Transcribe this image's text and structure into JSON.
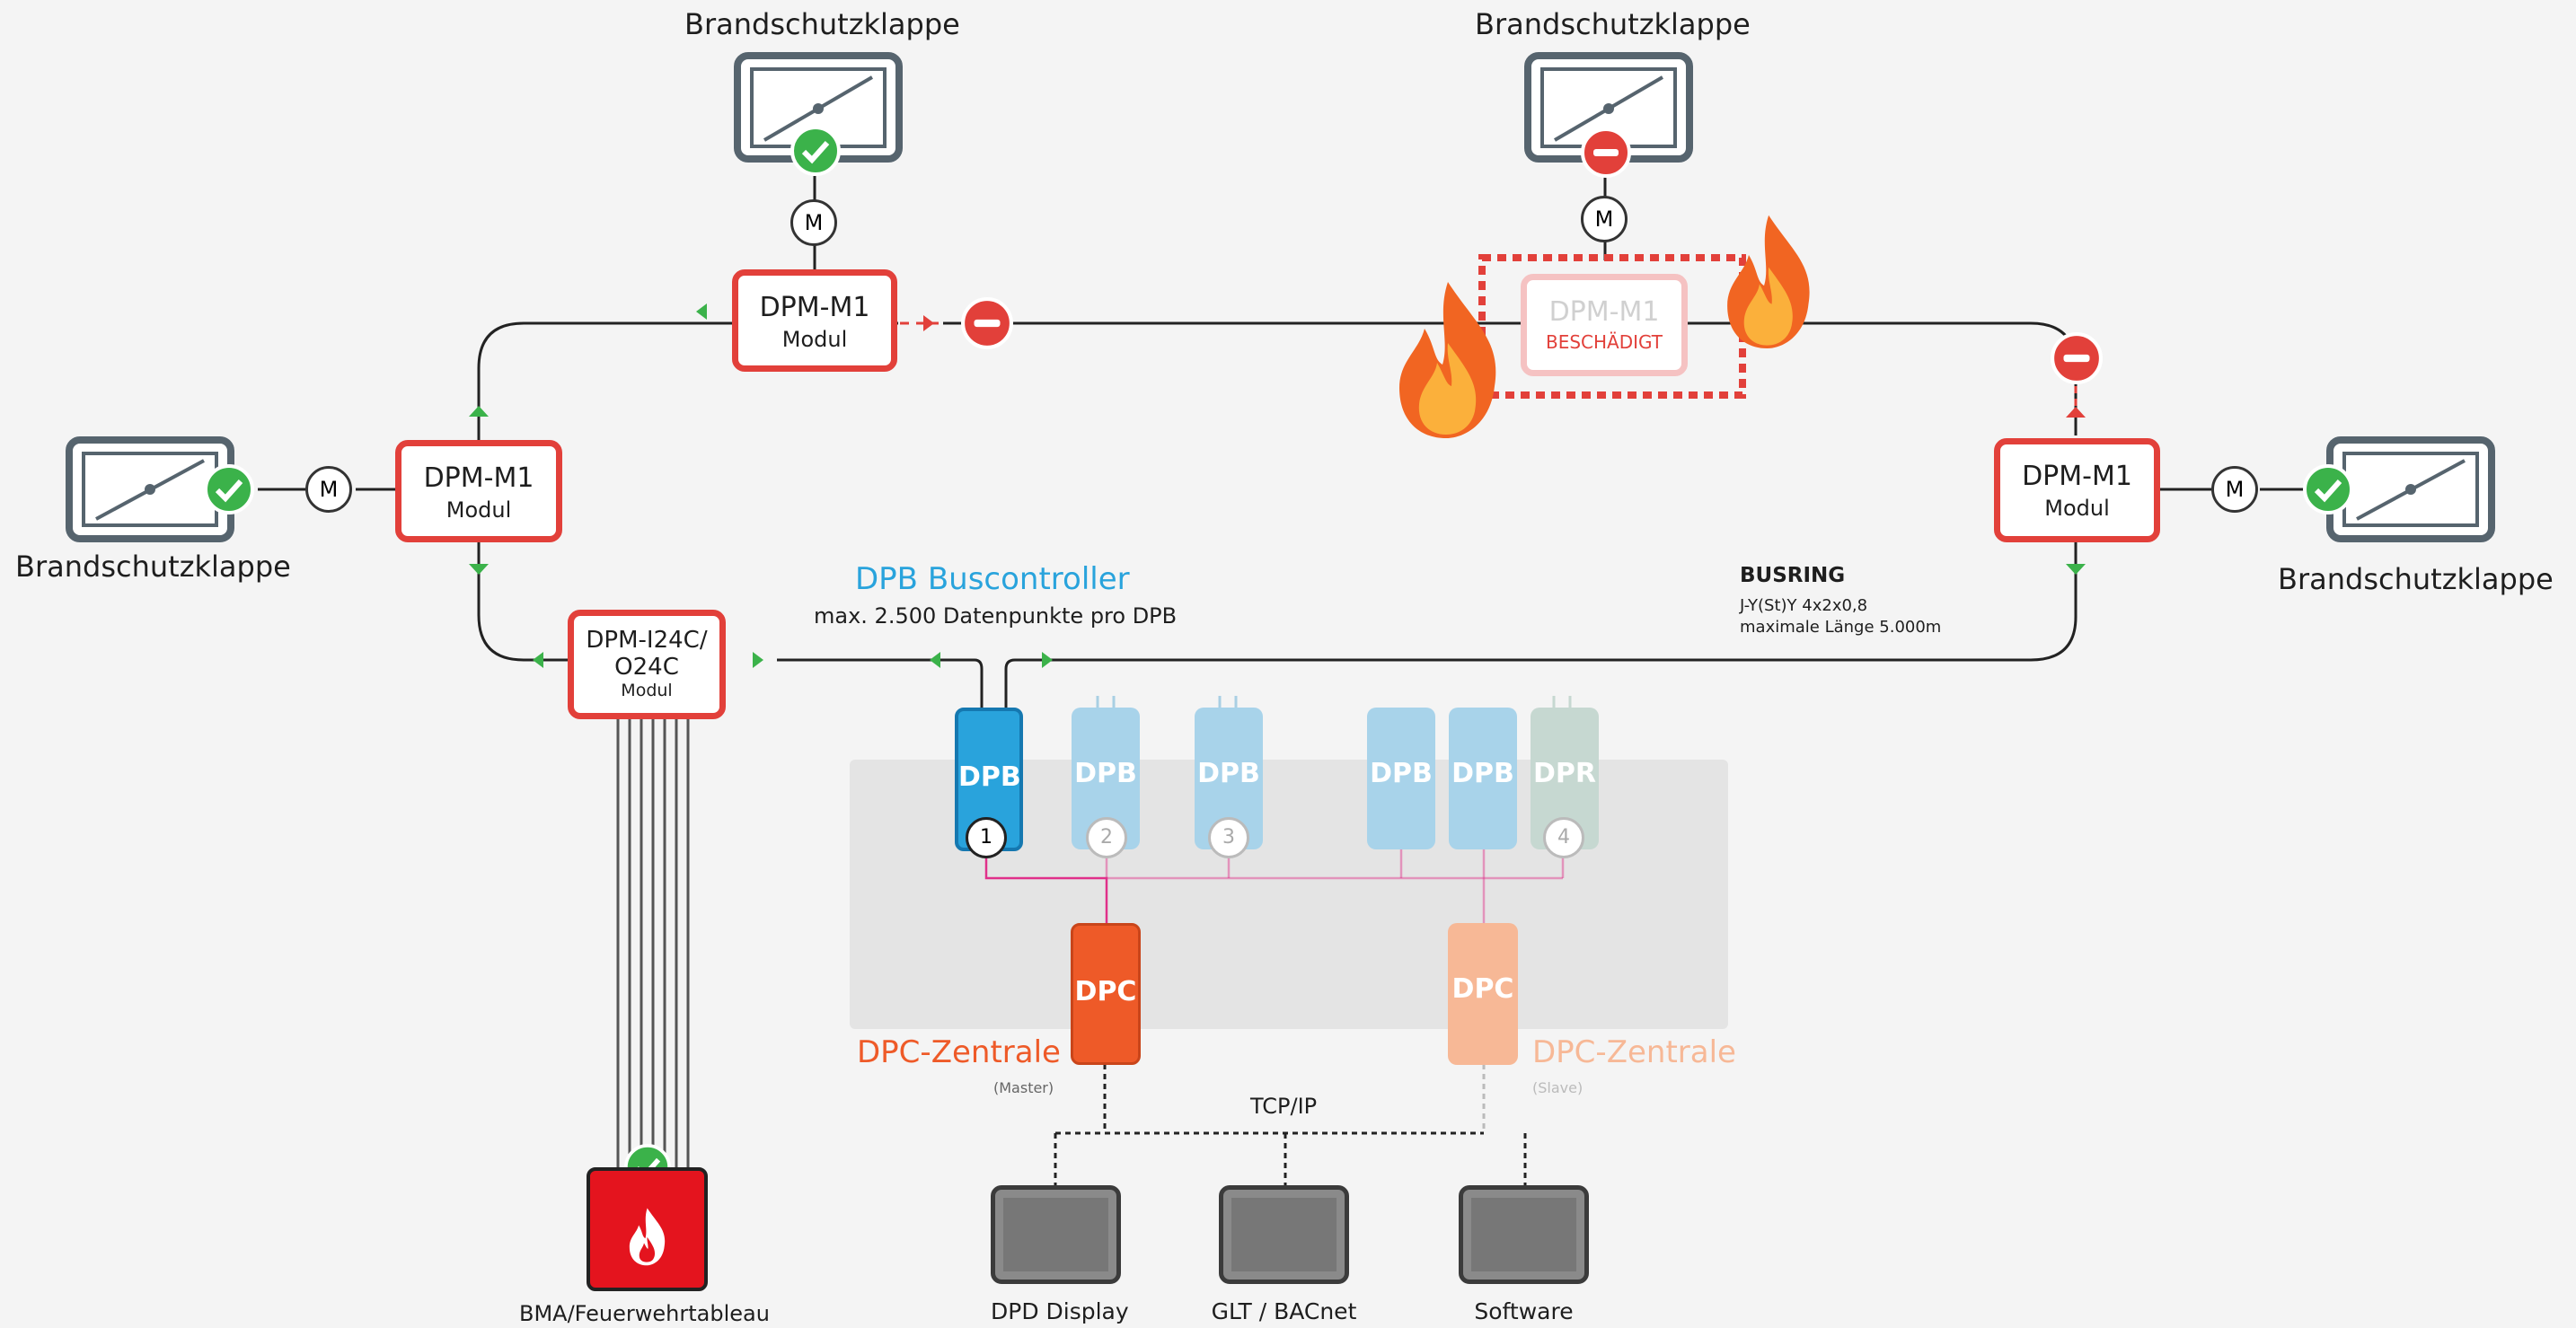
{
  "labels": {
    "damper": "Brandschutzklappe",
    "motor": "M"
  },
  "modules": {
    "top_left": {
      "title": "DPM-M1",
      "sub": "Modul"
    },
    "top_right": {
      "title": "DPM-M1",
      "sub": "BESCHÄDIGT"
    },
    "left": {
      "title": "DPM-M1",
      "sub": "Modul"
    },
    "right": {
      "title": "DPM-M1",
      "sub": "Modul"
    },
    "io": {
      "line1": "DPM-I24C/",
      "line2": "O24C",
      "sub": "Modul"
    }
  },
  "buscontroller": {
    "title": "DPB Buscontroller",
    "subtitle": "max. 2.500 Datenpunkte pro DPB"
  },
  "busring": {
    "title": "BUSRING",
    "line1": "J-Y(St)Y 4x2x0,8",
    "line2": "maximale Länge 5.000m"
  },
  "dpb_units": [
    {
      "label": "DPB",
      "num": "1"
    },
    {
      "label": "DPB",
      "num": "2"
    },
    {
      "label": "DPB",
      "num": "3"
    },
    {
      "label": "DPB",
      "num": ""
    },
    {
      "label": "DPB",
      "num": ""
    },
    {
      "label": "DPR",
      "num": "4"
    }
  ],
  "dpc": {
    "master_label": "DPC",
    "slave_label": "DPC",
    "master_title": "DPC-Zentrale",
    "master_sub": "(Master)",
    "slave_title": "DPC-Zentrale",
    "slave_sub": "(Slave)"
  },
  "network": {
    "label": "TCP/IP"
  },
  "devices": [
    "DPD Display",
    "GLT / BACnet",
    "Software"
  ],
  "bma": {
    "label": "BMA/Feuerwehrtableau"
  },
  "colors": {
    "red": "#e2403a",
    "green": "#3bb24a",
    "blue": "#29a3dc",
    "orange": "#ee5a28",
    "pink": "#e0308a"
  }
}
